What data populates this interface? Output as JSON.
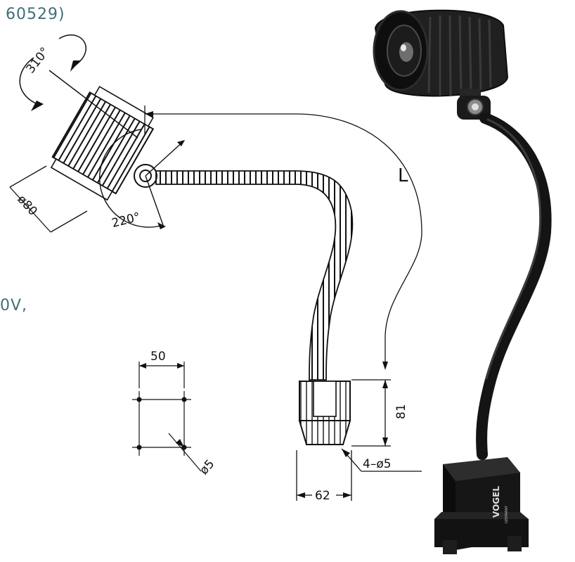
{
  "page": {
    "cut_text_top": "60529)",
    "cut_text_mid": "0V,"
  },
  "drawing": {
    "rotation_angle": "310°",
    "tilt_angle": "220°",
    "head_diameter": "ø80",
    "arm_length": "L",
    "base_height": "81",
    "base_width": "62",
    "mount_holes": "4–ø5",
    "template_spacing": "50",
    "template_hole": "ø5"
  },
  "product_photo": {
    "brand": "VOGEL",
    "brand_sub": "GERMANY"
  },
  "colors": {
    "caption_text": "#3f6f78",
    "line_art": "#111111",
    "lamp_body": "#1b1b1b"
  }
}
